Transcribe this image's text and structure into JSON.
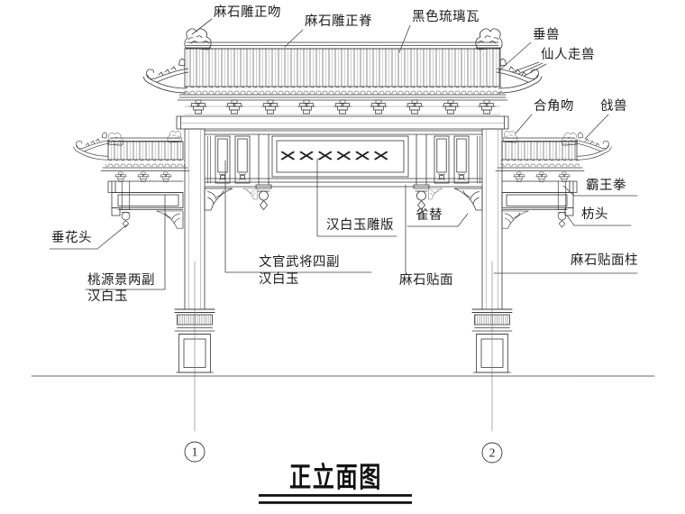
{
  "title": {
    "text": "正立面图"
  },
  "axis": {
    "m1": "1",
    "m2": "2"
  },
  "plaque": {
    "marks": "××××××"
  },
  "labels": {
    "ridge_kiss": "麻石雕正吻",
    "main_ridge": "麻石雕正脊",
    "glazed_tiles": "黑色琉璃瓦",
    "chuishou": "垂兽",
    "immortals": "仙人走兽",
    "hejiaowen": "合角吻",
    "qiangshou": "戗兽",
    "bawangquan": "霸王拳",
    "fangtou": "枋头",
    "stone_column": "麻石贴面柱",
    "queti": "雀替",
    "marble_plaque": "汉白玉雕版",
    "officials_line1": "文官武将四副",
    "officials_line2": "汉白玉",
    "stone_veneer": "麻石贴面",
    "chuihuatou": "垂花头",
    "taoyuan_line1": "桃源景两副",
    "taoyuan_line2": "汉白玉"
  }
}
